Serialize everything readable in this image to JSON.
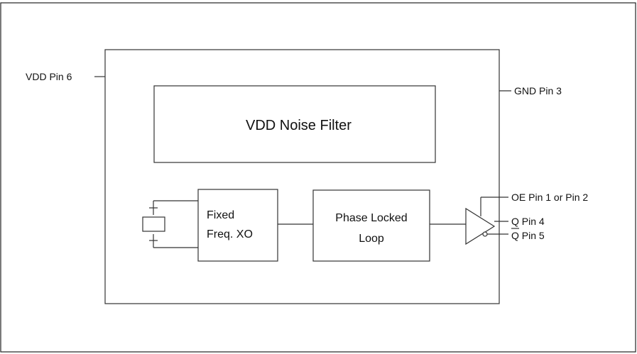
{
  "pins": {
    "vdd": "VDD Pin 6",
    "gnd": "GND Pin 3",
    "oe": "OE Pin 1 or Pin 2",
    "q": "Q Pin 4",
    "qbar": "Q Pin 5"
  },
  "blocks": {
    "noise_filter": "VDD Noise Filter",
    "xo_line1": "Fixed",
    "xo_line2": "Freq. XO",
    "pll_line1": "Phase Locked",
    "pll_line2": "Loop"
  }
}
